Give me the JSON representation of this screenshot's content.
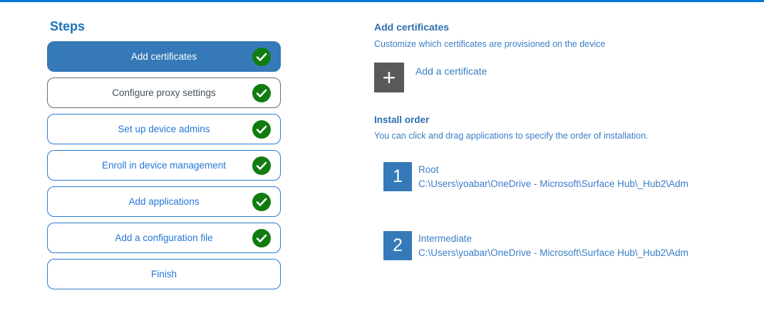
{
  "colors": {
    "accent_bar": "#0078d7",
    "active_step_bg": "#3579b8",
    "step_border_blue": "#2b7ad2",
    "step_border_gray": "#6e6e6e",
    "success_green": "#107c10",
    "add_tile_gray": "#595959",
    "number_tile_blue": "#3579b8",
    "heading_blue": "#2d70ab",
    "body_blue": "#3a7ec6"
  },
  "steps_panel": {
    "title": "Steps",
    "steps": [
      {
        "label": "Add certificates",
        "state": "active",
        "checked": true
      },
      {
        "label": "Configure proxy settings",
        "state": "neutral",
        "checked": true
      },
      {
        "label": "Set up device admins",
        "state": "default",
        "checked": true
      },
      {
        "label": "Enroll in device management",
        "state": "default",
        "checked": true
      },
      {
        "label": "Add applications",
        "state": "default",
        "checked": true
      },
      {
        "label": "Add a configuration file",
        "state": "default",
        "checked": true
      },
      {
        "label": "Finish",
        "state": "default",
        "checked": false
      }
    ]
  },
  "content": {
    "section_title": "Add certificates",
    "section_description": "Customize which certificates are provisioned on the device",
    "add_button": {
      "icon": "plus",
      "label": "Add a certificate"
    },
    "install_order": {
      "title": "Install order",
      "description": "You can click and drag applications to specify the order of installation.",
      "items": [
        {
          "order": "1",
          "name": "Root",
          "path": "C:\\Users\\yoabar\\OneDrive - Microsoft\\Surface Hub\\_Hub2\\Adm"
        },
        {
          "order": "2",
          "name": "Intermediate",
          "path": "C:\\Users\\yoabar\\OneDrive - Microsoft\\Surface Hub\\_Hub2\\Adm"
        }
      ]
    }
  }
}
